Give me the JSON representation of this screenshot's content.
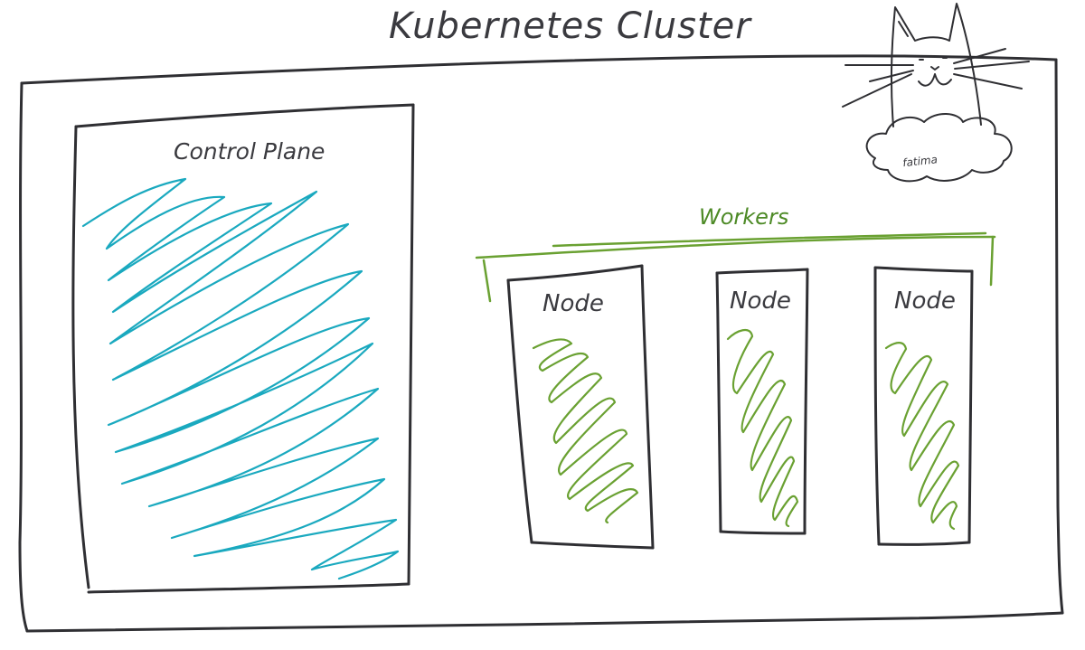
{
  "title": "Kubernetes Cluster",
  "control_plane": {
    "label": "Control Plane"
  },
  "workers": {
    "label": "Workers",
    "nodes": [
      {
        "label": "Node"
      },
      {
        "label": "Node"
      },
      {
        "label": "Node"
      }
    ]
  },
  "mascot": {
    "name": "cat-on-cloud",
    "signature": "fatima"
  },
  "colors": {
    "ink": "#2f2f33",
    "control_plane_fill": "#1aa9bf",
    "worker_fill": "#6aa132",
    "workers_label": "#4d8a26"
  }
}
